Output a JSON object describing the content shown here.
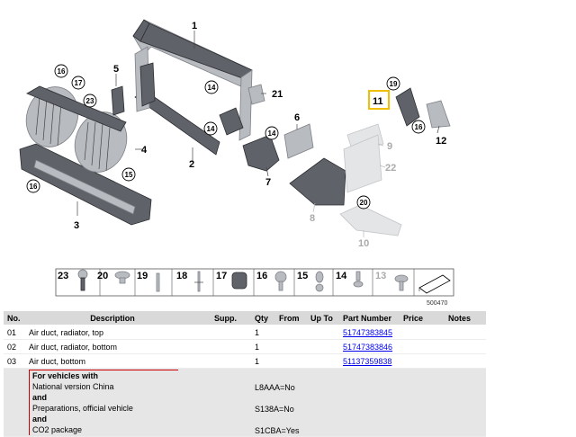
{
  "diagram": {
    "labels": [
      "1",
      "2",
      "3",
      "4",
      "5",
      "6",
      "7",
      "8",
      "9",
      "10",
      "11",
      "12",
      "14",
      "15",
      "16",
      "17",
      "19",
      "20",
      "21",
      "22",
      "23"
    ],
    "circled": {
      "c14": "14",
      "c15": "15",
      "c16": "16",
      "c17": "17",
      "c19": "19",
      "c20": "20",
      "c23": "23"
    },
    "highlight_color": "#f0c000",
    "legend": {
      "items": [
        {
          "num": "23",
          "icon": "screw-icon"
        },
        {
          "num": "20",
          "icon": "nut-icon"
        },
        {
          "num": "19",
          "icon": "clip-icon"
        },
        {
          "num": "18",
          "icon": "rivet-icon"
        },
        {
          "num": "17",
          "icon": "rubber-mount-icon"
        },
        {
          "num": "16",
          "icon": "expanding-nut-icon"
        },
        {
          "num": "15",
          "icon": "grommet-icon"
        },
        {
          "num": "14",
          "icon": "push-clip-icon"
        },
        {
          "num": "13",
          "icon": "washer-screw-icon"
        }
      ],
      "ref_number": "500470"
    }
  },
  "table": {
    "headers": {
      "no": "No.",
      "description": "Description",
      "supp": "Supp.",
      "qty": "Qty",
      "from": "From",
      "upto": "Up To",
      "part_number": "Part Number",
      "price": "Price",
      "notes": "Notes"
    },
    "rows": [
      {
        "no": "01",
        "description": "Air duct, radiator, top",
        "qty": "1",
        "part_number": "51747383845"
      },
      {
        "no": "02",
        "description": "Air duct, radiator, bottom",
        "qty": "1",
        "part_number": "51747383846"
      },
      {
        "no": "03",
        "description": "Air duct, bottom",
        "qty": "1",
        "part_number": "51137359838"
      }
    ],
    "conditions": {
      "lines": [
        "For vehicles with",
        "National version China",
        "and",
        "Preparations, official vehicle",
        "and",
        "CO2 package"
      ],
      "codes": [
        "L8AAA=No",
        "S138A=No",
        "S1CBA=Yes"
      ]
    }
  }
}
